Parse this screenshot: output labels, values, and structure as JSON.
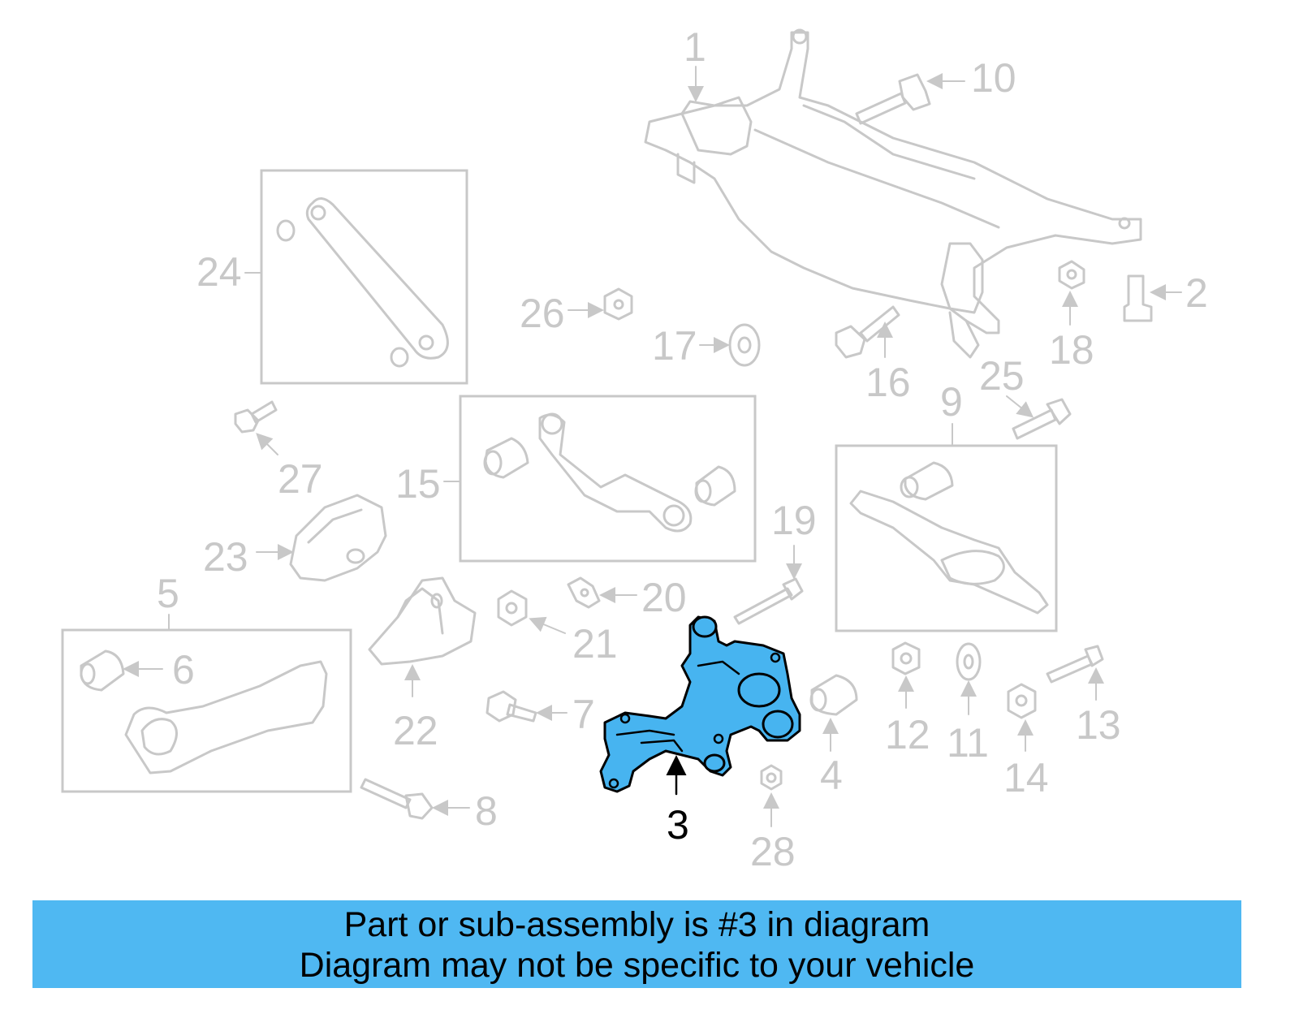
{
  "diagram": {
    "highlighted_part": "3",
    "highlight_color": "#47b4f0",
    "callouts": [
      "1",
      "2",
      "3",
      "4",
      "5",
      "6",
      "7",
      "8",
      "9",
      "10",
      "11",
      "12",
      "13",
      "14",
      "15",
      "16",
      "17",
      "18",
      "19",
      "20",
      "21",
      "22",
      "23",
      "24",
      "25",
      "26",
      "27",
      "28"
    ]
  },
  "banner": {
    "line1": "Part or sub-assembly is #3 in diagram",
    "line2": "Diagram may not be specific to your vehicle",
    "background": "#4fb8f2"
  }
}
